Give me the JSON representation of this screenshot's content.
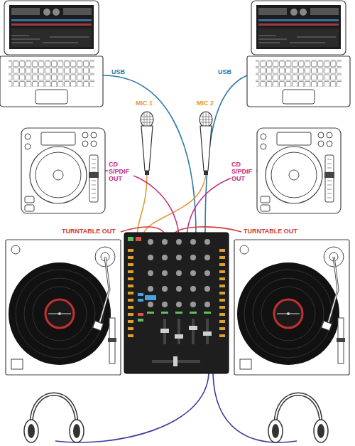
{
  "diagram": {
    "labels": [
      "USB",
      "USB",
      "MIC 1",
      "MIC 2",
      "CD S/PDIF OUT",
      "CD S/PDIF OUT",
      "TURNTABLE OUT",
      "TURNTABLE OUT"
    ]
  }
}
